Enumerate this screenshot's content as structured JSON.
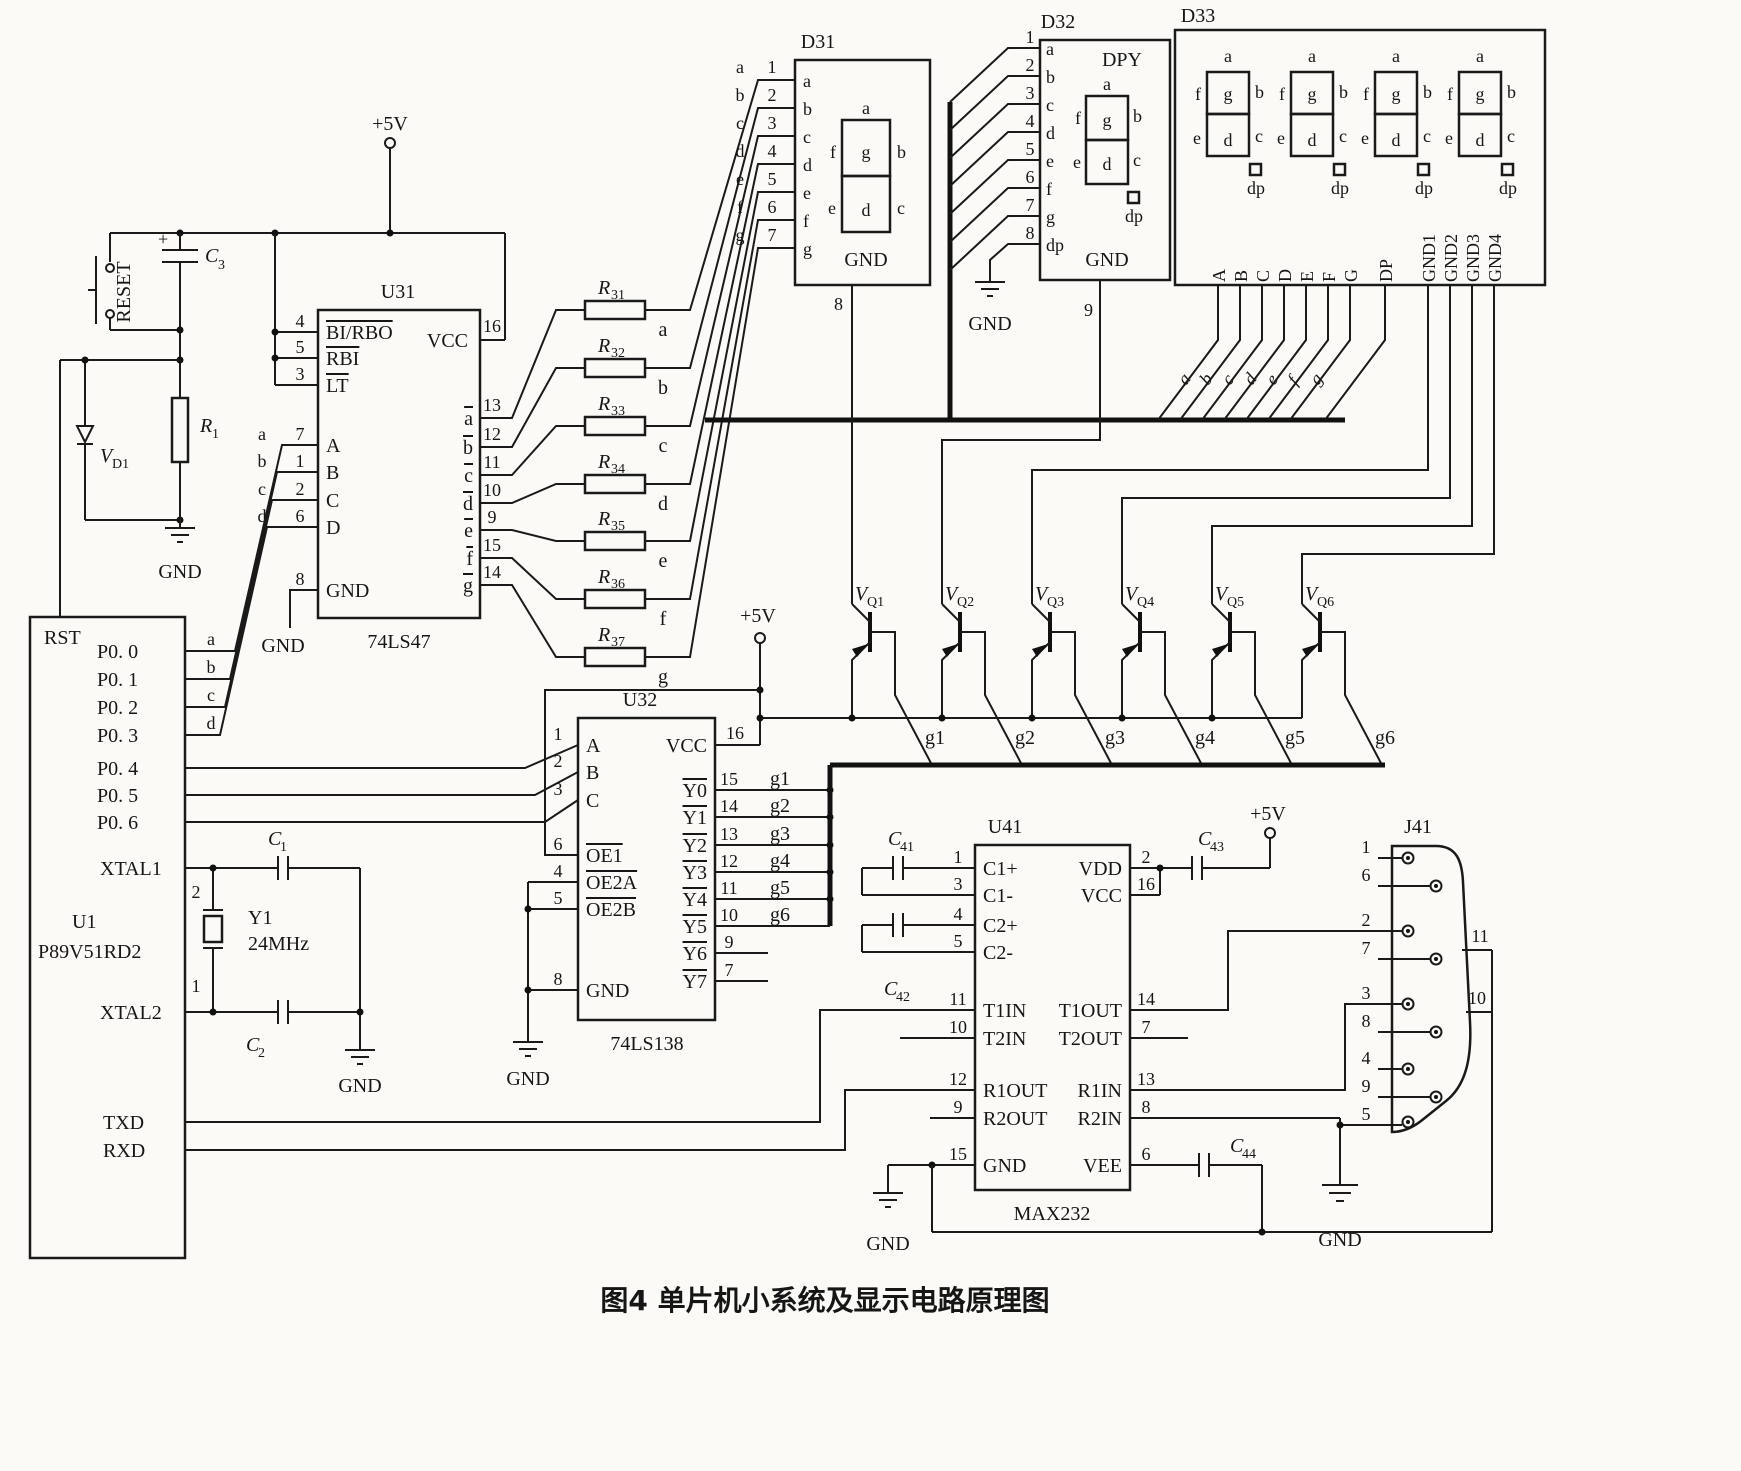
{
  "caption": "图4  单片机小系统及显示电路原理图",
  "common": {
    "p5v": "+5V",
    "gnd": "GND",
    "plus": "+"
  },
  "seg": {
    "a": "a",
    "b": "b",
    "c": "c",
    "d": "d",
    "e": "e",
    "f": "f",
    "g": "g",
    "dp": "dp"
  },
  "syms": {
    "R": "R",
    "C": "C",
    "V": "V"
  },
  "parts": {
    "r1": "1",
    "c1": "1",
    "c2": "2",
    "c3": "3",
    "c41": "41",
    "c42": "42",
    "c43": "43",
    "c44": "44",
    "vd1": "D1",
    "r3": [
      "31",
      "32",
      "33",
      "34",
      "35",
      "36",
      "37"
    ],
    "vq": [
      "Q1",
      "Q2",
      "Q3",
      "Q4",
      "Q5",
      "Q6"
    ]
  },
  "reset": {
    "label": "RESET"
  },
  "mcu": {
    "ref": "U1",
    "part": "P89V51RD2",
    "rst": "RST",
    "p0": [
      "P0. 0",
      "P0. 1",
      "P0. 2",
      "P0. 3",
      "P0. 4",
      "P0. 5",
      "P0. 6"
    ],
    "xtal1": "XTAL1",
    "xtal2": "XTAL2",
    "txd": "TXD",
    "rxd": "RXD"
  },
  "xtal": {
    "y1": "Y1",
    "freq": "24MHz",
    "pin2": "2",
    "pin1": "1"
  },
  "u31": {
    "ref": "U31",
    "part": "74LS47",
    "vcc": "VCC",
    "gnd": "GND",
    "pin16": "16",
    "gnd_num": "8",
    "left": [
      {
        "num": "4",
        "label": "BI/RBO"
      },
      {
        "num": "5",
        "label": "RBI"
      },
      {
        "num": "3",
        "label": "LT"
      }
    ],
    "inputs": [
      {
        "num": "7",
        "label": "A"
      },
      {
        "num": "1",
        "label": "B"
      },
      {
        "num": "2",
        "label": "C"
      },
      {
        "num": "6",
        "label": "D"
      }
    ],
    "out_nums": [
      "13",
      "12",
      "11",
      "10",
      "9",
      "15",
      "14"
    ]
  },
  "u32": {
    "ref": "U32",
    "part": "74LS138",
    "vcc": "VCC",
    "gnd": "GND",
    "vcc_num": "16",
    "gnd_num": "8",
    "abc": [
      "A",
      "B",
      "C"
    ],
    "abc_nums": [
      "1",
      "2",
      "3"
    ],
    "oe": [
      {
        "num": "6",
        "label": "OE1"
      },
      {
        "num": "4",
        "label": "OE2A"
      },
      {
        "num": "5",
        "label": "OE2B"
      }
    ],
    "y": [
      "Y0",
      "Y1",
      "Y2",
      "Y3",
      "Y4",
      "Y5",
      "Y6",
      "Y7"
    ],
    "y_nums": [
      "15",
      "14",
      "13",
      "12",
      "11",
      "10",
      "9",
      "7"
    ],
    "g": [
      "g1",
      "g2",
      "g3",
      "g4",
      "g5",
      "g6"
    ]
  },
  "u41": {
    "ref": "U41",
    "part": "MAX232",
    "left": [
      {
        "num": "1",
        "label": "C1+"
      },
      {
        "num": "3",
        "label": "C1-"
      },
      {
        "num": "4",
        "label": "C2+"
      },
      {
        "num": "5",
        "label": "C2-"
      },
      {
        "num": "11",
        "label": "T1IN"
      },
      {
        "num": "10",
        "label": "T2IN"
      },
      {
        "num": "12",
        "label": "R1OUT"
      },
      {
        "num": "9",
        "label": "R2OUT"
      },
      {
        "num": "15",
        "label": "GND"
      }
    ],
    "right": [
      {
        "num": "2",
        "label": "VDD"
      },
      {
        "num": "16",
        "label": "VCC"
      },
      {
        "num": "14",
        "label": "T1OUT"
      },
      {
        "num": "7",
        "label": "T2OUT"
      },
      {
        "num": "13",
        "label": "R1IN"
      },
      {
        "num": "8",
        "label": "R2IN"
      },
      {
        "num": "6",
        "label": "VEE"
      }
    ]
  },
  "j41": {
    "ref": "J41",
    "left_nums": [
      "1",
      "6",
      "2",
      "7",
      "3",
      "8",
      "4",
      "9",
      "5"
    ],
    "right_nums": [
      "11",
      "10"
    ]
  },
  "d31": {
    "ref": "D31",
    "nums": [
      "1",
      "2",
      "3",
      "4",
      "5",
      "6",
      "7"
    ],
    "pin8": "8",
    "gnd": "GND"
  },
  "d32": {
    "ref": "D32",
    "dpy": "DPY",
    "nums": [
      "1",
      "2",
      "3",
      "4",
      "5",
      "6",
      "7",
      "8"
    ],
    "pin9": "9",
    "gnd": "GND"
  },
  "d33": {
    "ref": "D33",
    "bus": [
      "A",
      "B",
      "C",
      "D",
      "E",
      "F",
      "G",
      "DP"
    ],
    "gnds": [
      "GND1",
      "GND2",
      "GND3",
      "GND4"
    ]
  }
}
